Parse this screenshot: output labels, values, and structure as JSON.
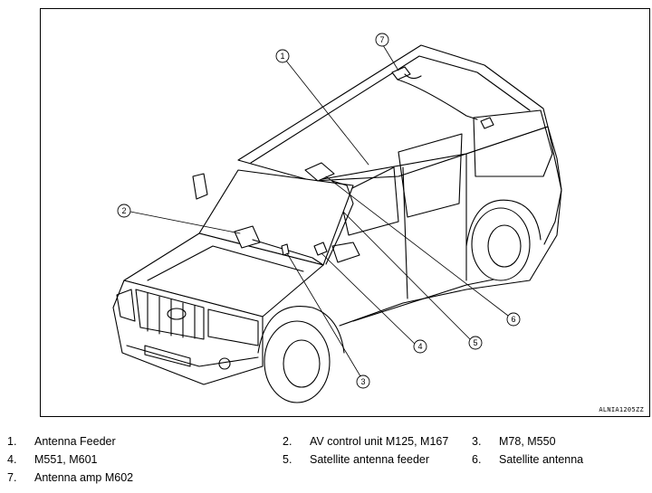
{
  "figure_code": "ALNIA1205ZZ",
  "callouts": [
    "1",
    "2",
    "3",
    "4",
    "5",
    "6",
    "7"
  ],
  "legend": [
    {
      "num": "1.",
      "label": "Antenna Feeder"
    },
    {
      "num": "2.",
      "label": "AV control unit M125, M167"
    },
    {
      "num": "3.",
      "label": "M78, M550"
    },
    {
      "num": "4.",
      "label": "M551, M601"
    },
    {
      "num": "5.",
      "label": "Satellite antenna feeder"
    },
    {
      "num": "6.",
      "label": "Satellite antenna"
    },
    {
      "num": "7.",
      "label": "Antenna amp M602"
    }
  ]
}
